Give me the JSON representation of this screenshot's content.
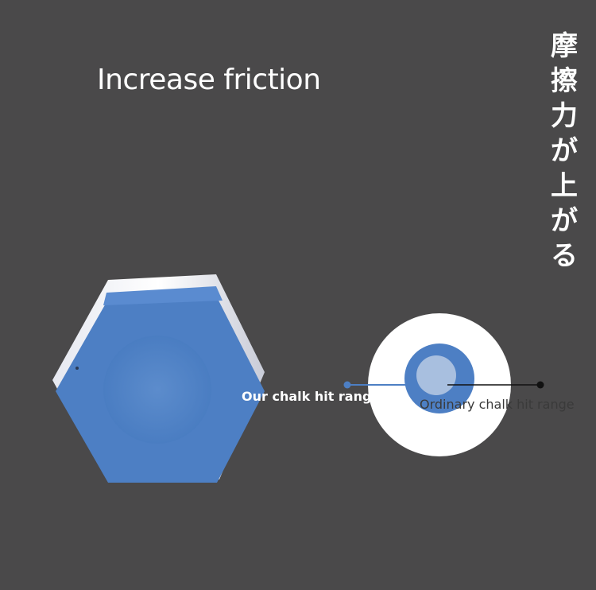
{
  "headline": "Increase friction",
  "vertical_caption": [
    "摩",
    "擦",
    "力",
    "が",
    "上",
    "が",
    "る"
  ],
  "labels": {
    "our_range": "Our chalk hit range",
    "ordinary_range": "Ordinary chalk hit range"
  },
  "colors": {
    "background": "#4a494a",
    "chalk_blue": "#4d7fc4",
    "chalk_inner": "#a8bfdf",
    "white_disc": "#ffffff"
  }
}
